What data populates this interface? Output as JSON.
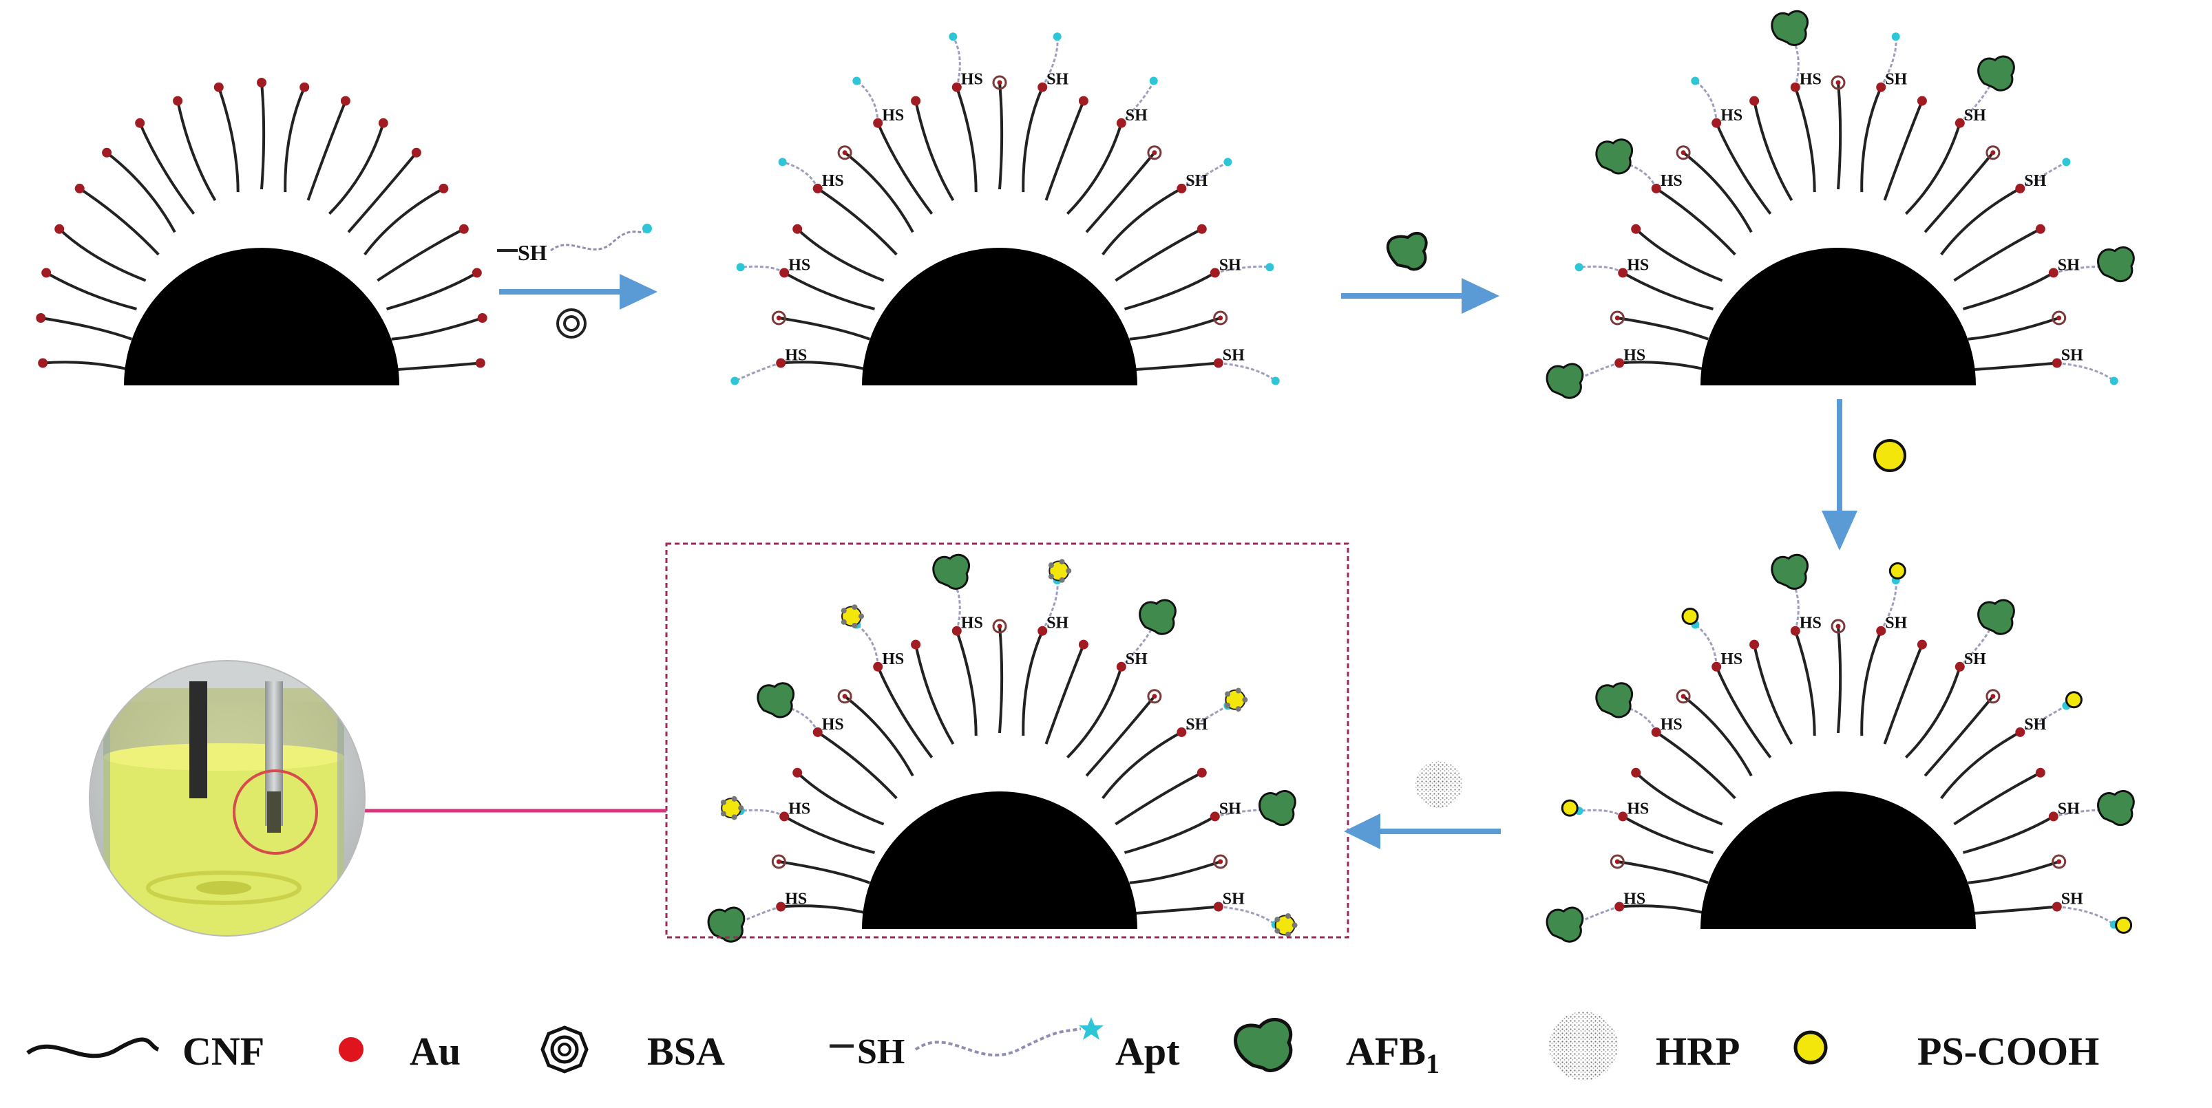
{
  "diagram": {
    "thiol_label": "SH",
    "thiol_label_flipped": "HS",
    "legend": {
      "cnf": "CNF",
      "au": "Au",
      "bsa": "BSA",
      "apt": "Apt",
      "apt_thiol": "SH",
      "afb1": "AFB",
      "afb1_sub": "1",
      "hrp": "HRP",
      "ps_cooh": "PS-COOH"
    },
    "colors": {
      "arrow": "#5b9bd5",
      "au": "#a01c22",
      "afb1": "#3f8a4c",
      "apt_tip": "#2ec5d6",
      "ps_cooh": "#f3e60a",
      "link": "#d6337a",
      "frame": "#9a2a5a",
      "liquid": "#dfe96a"
    },
    "icons": [
      "cnf-icon",
      "au-icon",
      "bsa-icon",
      "aptamer-icon",
      "afb1-icon",
      "hrp-icon",
      "ps-cooh-icon"
    ]
  }
}
